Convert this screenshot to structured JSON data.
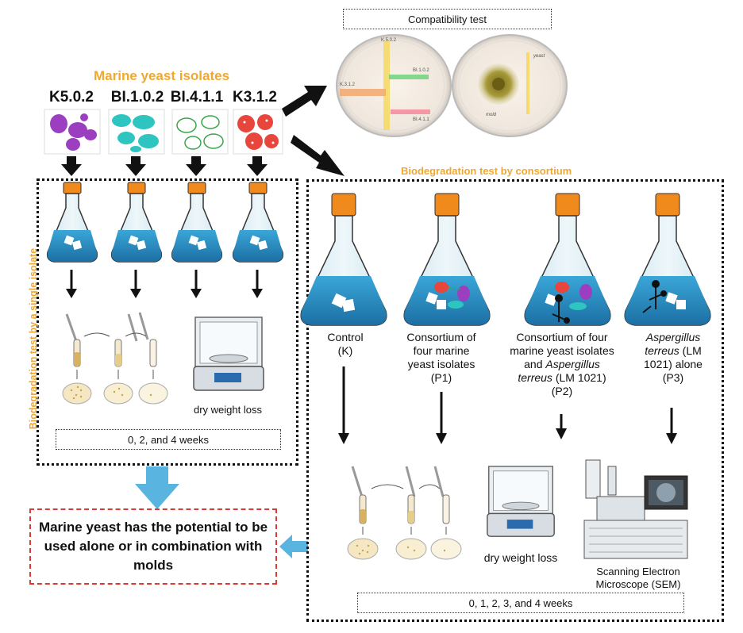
{
  "compatibility_test": "Compatibility test",
  "marine_yeast_isolates": "Marine yeast isolates",
  "isolates": [
    "K5.0.2",
    "BI.1.0.2",
    "BI.4.1.1",
    "K3.1.2"
  ],
  "plate_labels": {
    "k502": "K.5.0.2",
    "bi102": "BI.1.0.2",
    "k312": "K.3.1.2",
    "bi411": "BI.4.1.1",
    "yeast": "yeast",
    "mold": "mold"
  },
  "biodeg_consortium_title": "Biodegradation test by consortium",
  "biodeg_single_title": "Biodegradation test by a single isolate",
  "single": {
    "dry_weight_loss": "dry weight loss",
    "weeks": "0, 2, and 4 weeks"
  },
  "consortium": {
    "control": {
      "line1": "Control",
      "line2": "(K)"
    },
    "p1": {
      "line1": "Consortium of",
      "line2": "four marine",
      "line3": "yeast isolates",
      "line4": "(P1)"
    },
    "p2": {
      "line1": "Consortium of four",
      "line2": "marine yeast isolates",
      "line3a": "and ",
      "line3b": "Aspergillus",
      "line4a": "terreus",
      "line4b": " (LM 1021)",
      "line5": "(P2)"
    },
    "p3": {
      "line1": "Aspergillus",
      "line2a": "terreus",
      "line2b": " (LM",
      "line3": "1021) alone",
      "line4": "(P3)"
    },
    "dry_weight_loss": "dry weight loss",
    "sem_line1": "Scanning Electron",
    "sem_line2": "Microscope (SEM)",
    "weeks": "0, 1, 2, 3, and 4 weeks"
  },
  "conclusion": "Marine yeast has the potential to be used alone or in combination with molds",
  "colors": {
    "accent_orange": "#f0a830",
    "flask_liquid": "#2b8fc4",
    "cap_orange": "#f08a1c",
    "isolate_k502": "#9b3fc0",
    "isolate_bi102": "#2ec4c0",
    "isolate_bi411": "#3aa64a",
    "isolate_k312": "#e8453c",
    "conclusion_border": "#d93a35",
    "blue_arrow": "#5ab4e0"
  }
}
